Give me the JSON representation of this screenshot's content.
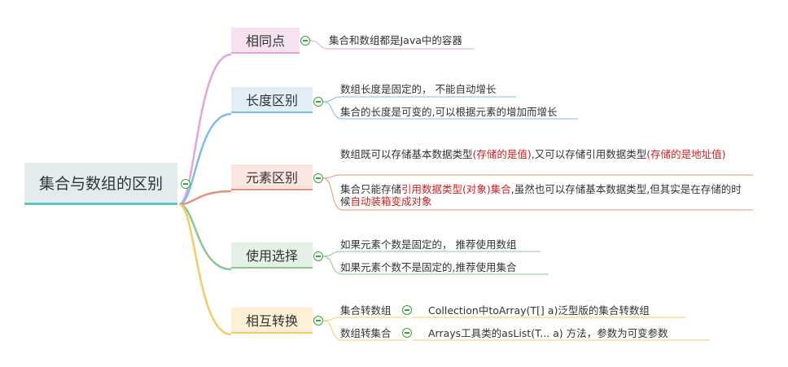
{
  "root": {
    "label": "集合与数组的区别"
  },
  "branches": [
    {
      "label": "相同点",
      "color": "#e0a7d3",
      "leaves": [
        {
          "text": "集合和数组都是Java中的容器"
        }
      ]
    },
    {
      "label": "长度区别",
      "color": "#7ebde8",
      "leaves": [
        {
          "text": "数组长度是固定的， 不能自动增长"
        },
        {
          "text": "集合的长度是可变的,可以根据元素的增加而增长"
        }
      ]
    },
    {
      "label": "元素区别",
      "color": "#e8907d",
      "leaves": [
        {
          "parts": [
            {
              "t": "数组既可以存储基本数据类型"
            },
            {
              "t": "(存储的是值)",
              "hl": true
            },
            {
              "t": ",又可以存储引用数据类型"
            },
            {
              "t": "(存储的是地址值)",
              "hl": true
            }
          ]
        },
        {
          "parts": [
            {
              "t": "集合只能存储"
            },
            {
              "t": "引用数据类型(对象)集合",
              "hl": true
            },
            {
              "t": ",虽然也可以存储基本数据类型,但其实是在存储的时候"
            },
            {
              "t": "自动装箱变成对象",
              "hl": true
            }
          ]
        }
      ]
    },
    {
      "label": "使用选择",
      "color": "#8cc591",
      "leaves": [
        {
          "text": "如果元素个数是固定的， 推荐使用数组"
        },
        {
          "text": "如果元素个数不是固定的,推荐使用集合"
        }
      ]
    },
    {
      "label": "相互转换",
      "color": "#f4cb66",
      "leaves": [
        {
          "text": "集合转数组",
          "detail": "Collection中toArray(T[] a)泛型版的集合转数组"
        },
        {
          "text": "数组转集合",
          "detail": "Arrays工具类的asList(T... a) 方法，参数为可变参数"
        }
      ]
    }
  ]
}
